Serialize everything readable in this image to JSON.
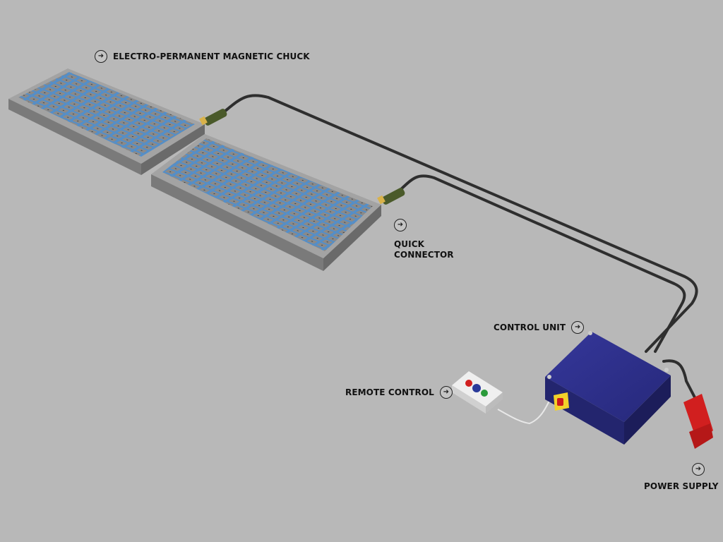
{
  "labels": {
    "chuck": "ELECTRO-PERMANENT MAGNETIC CHUCK",
    "quick_connector_line1": "QUICK",
    "quick_connector_line2": "CONNECTOR",
    "control_unit": "CONTROL UNIT",
    "remote_control": "REMOTE CONTROL",
    "power_supply": "POWER SUPPLY"
  },
  "icons": {
    "marker": "circled-arrow-icon"
  },
  "colors": {
    "background": "#b8b8b8",
    "chuck_body": "#9a9a9a",
    "chuck_grid": "#3d8fe0",
    "control_unit": "#2b2d8a",
    "power_plug": "#d11f1f",
    "connector": "#4a5a2a",
    "cable": "#333333"
  }
}
